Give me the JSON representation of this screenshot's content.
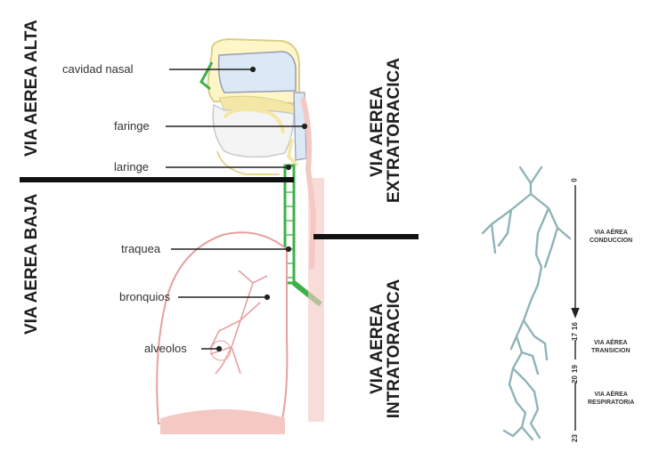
{
  "regions": {
    "alta": "VIA AEREA ALTA",
    "baja": "VIA AEREA BAJA",
    "extratoracica_1": "VIA AEREA",
    "extratoracica_2": "EXTRATORACICA",
    "intratoracica_1": "VIA AEREA",
    "intratoracica_2": "INTRATORACICA"
  },
  "labels": {
    "nasal": "cavidad nasal",
    "faringe": "faringe",
    "laringe": "laringe",
    "traquea": "traquea",
    "bronquios": "bronquios",
    "alveolos": "alveolos"
  },
  "zones": {
    "conduccion_1": "VIA AÉREA",
    "conduccion_2": "CONDUCCION",
    "transicion_1": "VIA AÉREA",
    "transicion_2": "TRANSICION",
    "respiratoria_1": "VIA AÉREA",
    "respiratoria_2": "RESPIRATORIA"
  },
  "generations": {
    "g0": "0",
    "g16": "16",
    "g17": "17",
    "g19": "19",
    "g20": "20",
    "g23": "23"
  },
  "colors": {
    "airway_fill": "#dbe9f7",
    "airway_stroke": "#9a9ab0",
    "tissue": "#f4c9c4",
    "lung_outline": "#e7a0a0",
    "trachea": "#3cb14a",
    "palate": "#f4e7a6",
    "divider": "#111111",
    "tree": "#8fb4b8"
  }
}
